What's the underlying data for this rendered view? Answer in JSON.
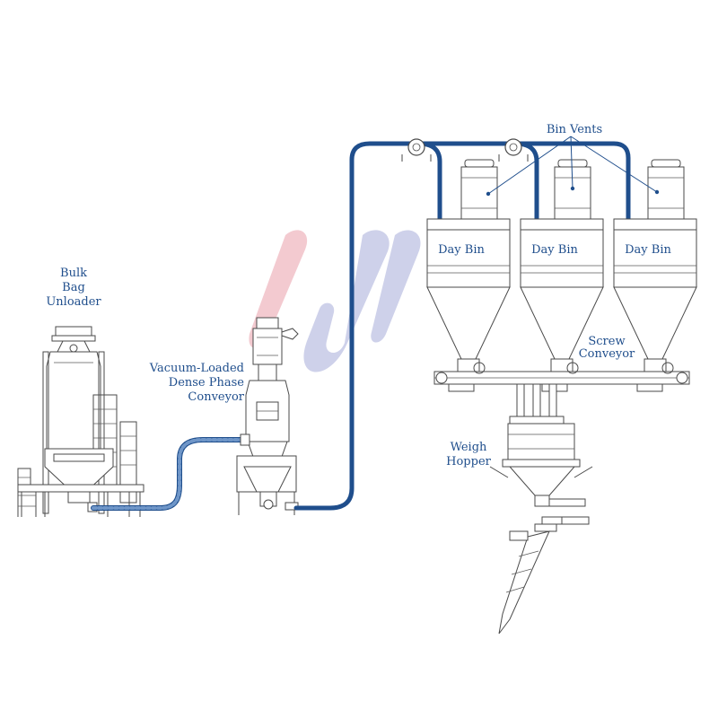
{
  "labels": {
    "bulk_bag_unloader": [
      "Bulk",
      "Bag",
      "Unloader"
    ],
    "vacuum_conveyor": [
      "Vacuum-Loaded",
      "Dense Phase",
      "Conveyor"
    ],
    "bin_vents": "Bin Vents",
    "day_bins": [
      "Day Bin",
      "Day Bin",
      "Day Bin"
    ],
    "screw_conveyor": [
      "Screw",
      "Conveyor"
    ],
    "weigh_hopper": [
      "Weigh",
      "Hopper"
    ]
  },
  "colors": {
    "pipe": "#1f4e8c",
    "hose_dash": "#6f96c8",
    "label": "#1f4e8c",
    "line": "#4a4a4a",
    "watermark_red": "#f2c4cb",
    "watermark_blue": "#c9cce8"
  }
}
